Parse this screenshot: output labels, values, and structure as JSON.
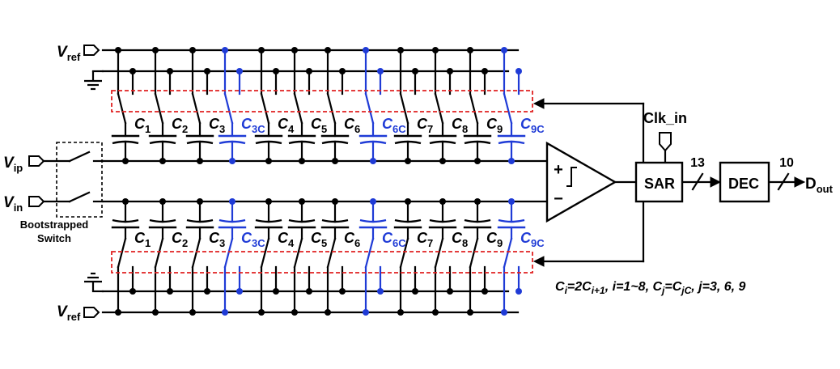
{
  "colors": {
    "wire": "#000000",
    "calibration": "#1f3bd6",
    "dashed_box": "#e02020",
    "background": "#ffffff"
  },
  "inputs": {
    "vref_top": {
      "main": "V",
      "sub": "ref"
    },
    "vip": {
      "main": "V",
      "sub": "ip"
    },
    "vin": {
      "main": "V",
      "sub": "in"
    },
    "vref_bottom": {
      "main": "V",
      "sub": "ref"
    }
  },
  "switch_label_line1": "Bootstrapped",
  "switch_label_line2": "Switch",
  "comparator": {
    "plus": "+",
    "minus": "−"
  },
  "clock": "Clk_in",
  "sar": "SAR",
  "bus_sar_dec": "13",
  "dec": "DEC",
  "bus_out": "10",
  "output": {
    "main": "D",
    "sub": "out"
  },
  "capacitors": [
    {
      "main": "C",
      "sub": "1",
      "cal": false
    },
    {
      "main": "C",
      "sub": "2",
      "cal": false
    },
    {
      "main": "C",
      "sub": "3",
      "cal": false
    },
    {
      "main": "C",
      "sub": "3C",
      "cal": true
    },
    {
      "main": "C",
      "sub": "4",
      "cal": false
    },
    {
      "main": "C",
      "sub": "5",
      "cal": false
    },
    {
      "main": "C",
      "sub": "6",
      "cal": false
    },
    {
      "main": "C",
      "sub": "6C",
      "cal": true
    },
    {
      "main": "C",
      "sub": "7",
      "cal": false
    },
    {
      "main": "C",
      "sub": "8",
      "cal": false
    },
    {
      "main": "C",
      "sub": "9",
      "cal": false
    },
    {
      "main": "C",
      "sub": "9C",
      "cal": true
    }
  ],
  "equation": [
    {
      "t": "C",
      "s": "n"
    },
    {
      "t": "i",
      "s": "sub"
    },
    {
      "t": "=2",
      "s": "n"
    },
    {
      "t": "C",
      "s": "n"
    },
    {
      "t": "i+1",
      "s": "sub"
    },
    {
      "t": ", ",
      "s": "n"
    },
    {
      "t": "i",
      "s": "n"
    },
    {
      "t": "=1~8, ",
      "s": "n"
    },
    {
      "t": "C",
      "s": "n"
    },
    {
      "t": "j",
      "s": "sub"
    },
    {
      "t": "=",
      "s": "n"
    },
    {
      "t": "C",
      "s": "n"
    },
    {
      "t": "jC",
      "s": "sub"
    },
    {
      "t": ", ",
      "s": "n"
    },
    {
      "t": "j",
      "s": "n"
    },
    {
      "t": "=3, 6, 9",
      "s": "n"
    }
  ]
}
